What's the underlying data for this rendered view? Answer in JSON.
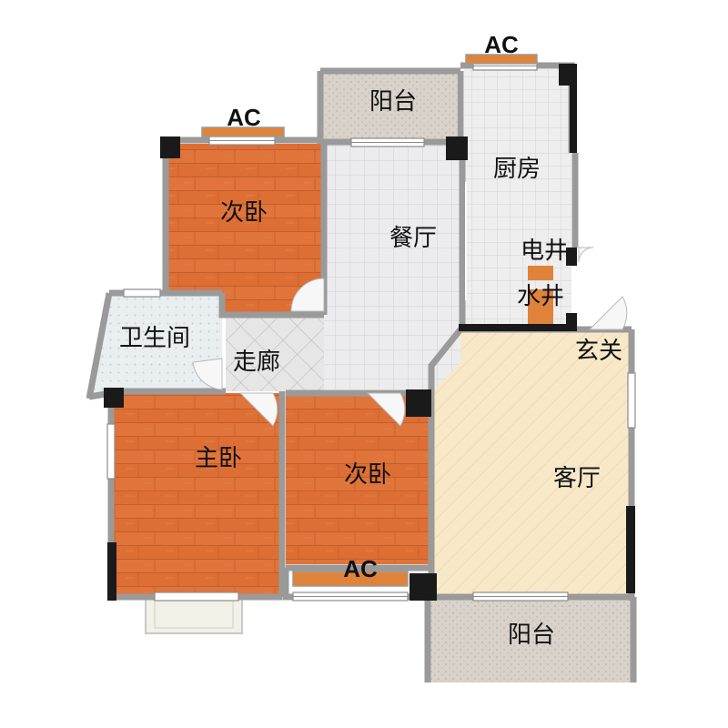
{
  "rooms": {
    "balcony_top": "阳台",
    "kitchen": "厨房",
    "second_bedroom_top": "次卧",
    "dining": "餐厅",
    "electric_shaft": "电井",
    "water_shaft": "水井",
    "bathroom": "卫生间",
    "corridor": "走廊",
    "entrance": "玄关",
    "master_bedroom": "主卧",
    "second_bedroom_bottom": "次卧",
    "living_room": "客厅",
    "balcony_bottom": "阳台"
  },
  "ac_units": {
    "top_right": "AC",
    "top_left": "AC",
    "bottom": "AC"
  },
  "colors": {
    "wood_floor": "#e0743a",
    "tile_floor": "#ececee",
    "balcony_floor": "#d6d0c8",
    "living_floor": "#f7e8c8",
    "wall": "#9a9a9a",
    "pillar": "#1a1a1a",
    "ac_unit": "#e0833a"
  }
}
